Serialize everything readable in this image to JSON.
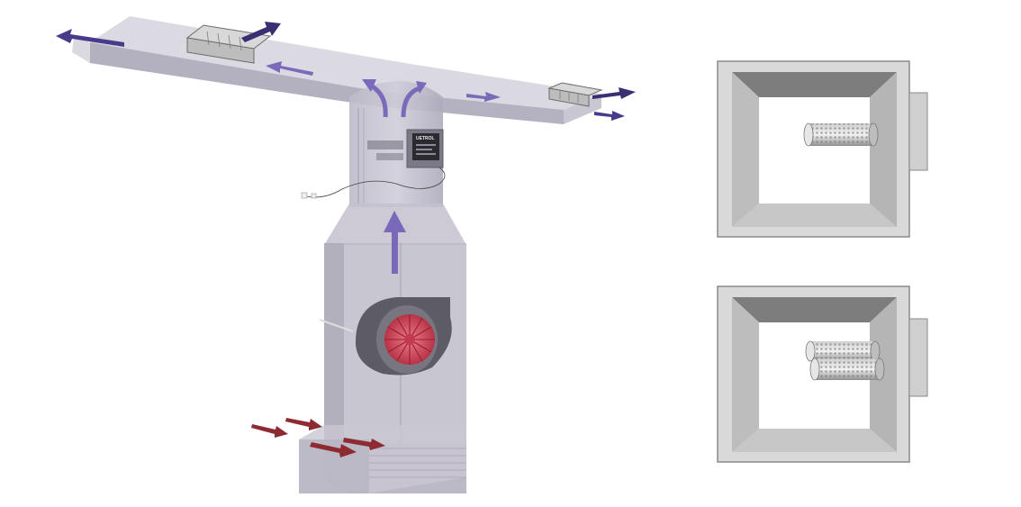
{
  "diagram": {
    "unit_label": "UETROL",
    "colors": {
      "supply_air": "#6f5fae",
      "return_air": "#8e2b32",
      "duct_fill": "#b7b4c2",
      "fan_housing": "#5c5b66",
      "fan_impeller": "#d84a5c",
      "cabinet_frame": "#dcdcdc",
      "cabinet_border": "#8a8a8a",
      "mesh_cylinder": "#9e9e9e"
    },
    "icons": {
      "supply_arrow": "arrow-up-icon",
      "return_arrow": "arrow-right-icon",
      "fan": "blower-fan-icon",
      "filter_tube": "mesh-cylinder-icon"
    },
    "views": {
      "top_cabinet_tubes": 1,
      "bottom_cabinet_tubes": 2
    }
  }
}
